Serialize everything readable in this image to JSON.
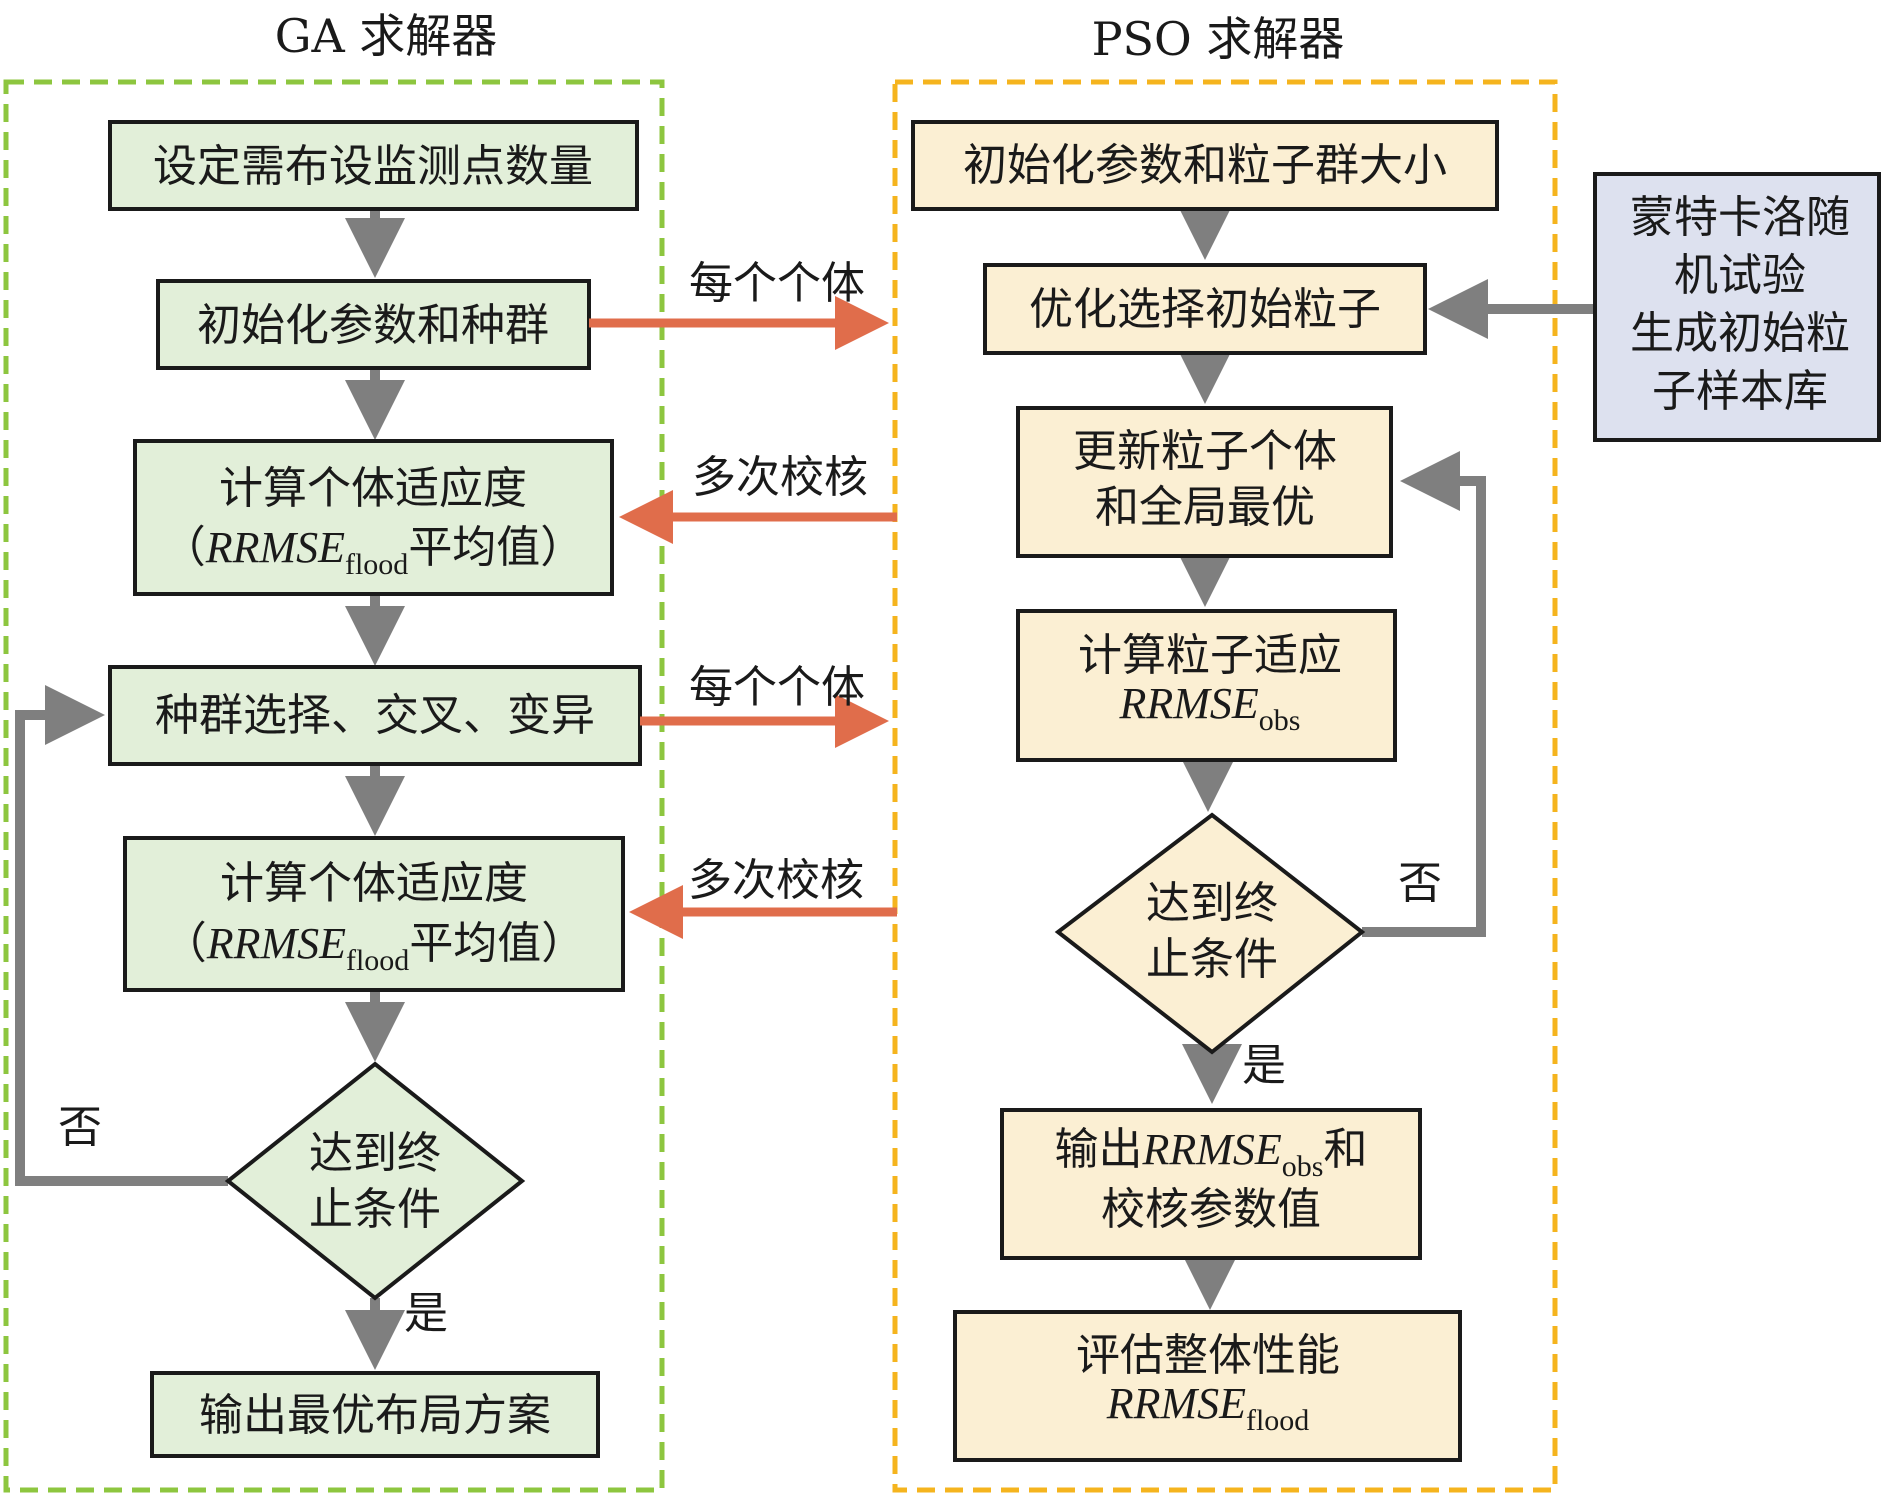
{
  "ga_panel": {
    "title": "GA 求解器",
    "border_color": "#8dc63f",
    "nodes": {
      "set_points": "设定需布设监测点数量",
      "init_pop": "初始化参数和种群",
      "fitness1_line1": "计算个体适应度",
      "fitness1_open": "（",
      "fitness1_var": "RRMSE",
      "fitness1_sub": "flood",
      "fitness1_close": "平均值）",
      "select": "种群选择、交叉、变异",
      "fitness2_line1": "计算个体适应度",
      "fitness2_open": "（",
      "fitness2_var": "RRMSE",
      "fitness2_sub": "flood",
      "fitness2_close": "平均值）",
      "terminate_line1": "达到终",
      "terminate_line2": "止条件",
      "output": "输出最优布局方案"
    },
    "labels": {
      "no": "否",
      "yes": "是"
    }
  },
  "pso_panel": {
    "title": "PSO 求解器",
    "border_color": "#f5b41e",
    "nodes": {
      "init_params": "初始化参数和粒子群大小",
      "select_init": "优化选择初始粒子",
      "update_line1": "更新粒子个体",
      "update_line2": "和全局最优",
      "fitness_line1": "计算粒子适应",
      "fitness_var": "RRMSE",
      "fitness_sub": "obs",
      "terminate_line1": "达到终",
      "terminate_line2": "止条件",
      "output_prefix": "输出",
      "output_var": "RRMSE",
      "output_sub": "obs",
      "output_suffix": "和",
      "output_line2": "校核参数值",
      "evaluate_line1": "评估整体性能",
      "evaluate_var": "RRMSE",
      "evaluate_sub": "flood"
    },
    "labels": {
      "no": "否",
      "yes": "是"
    }
  },
  "monte_carlo": {
    "line1": "蒙特卡洛随",
    "line2": "机试验",
    "line3": "生成初始粒",
    "line4": "子样本库"
  },
  "cross_edges": {
    "each_individual_1": "每个个体",
    "multi_calibration_1": "多次校核",
    "each_individual_2": "每个个体",
    "multi_calibration_2": "多次校核"
  },
  "colors": {
    "ga_fill": "#e2efd9",
    "pso_fill": "#fbefd3",
    "mc_fill": "#dde1ef",
    "flow_arrow": "#7f7f7f",
    "cross_arrow": "#e06d4b"
  }
}
